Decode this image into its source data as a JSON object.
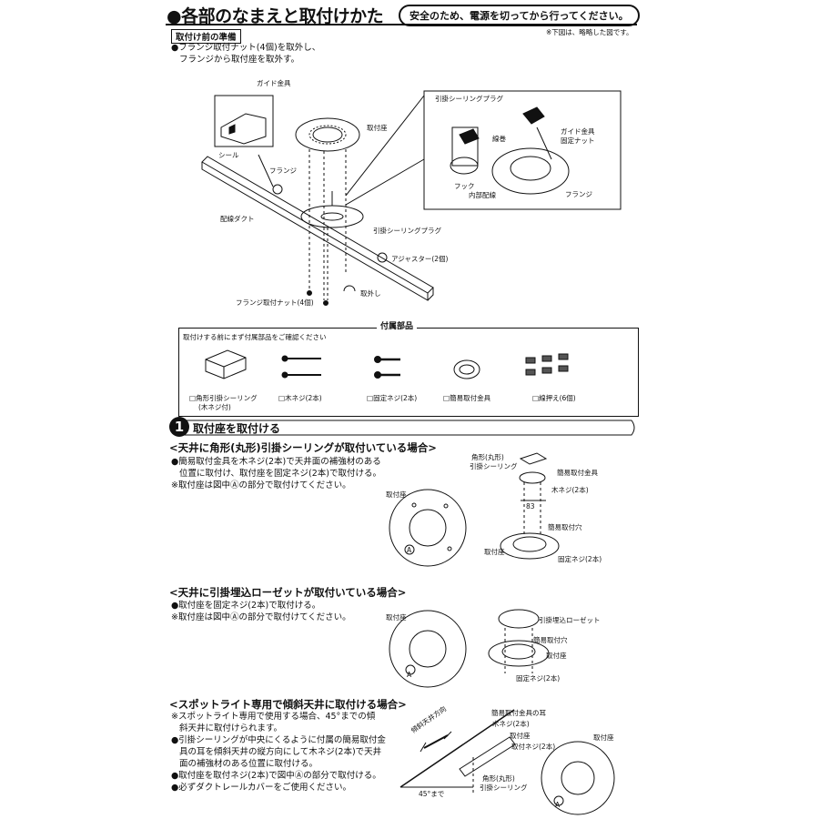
{
  "header": {
    "title": "●各部のなまえと取付けかた",
    "safety_note": "安全のため、電源を切ってから行ってください。",
    "figure_note": "※下図は、略略した図です。"
  },
  "prep": {
    "label": "取付け前の準備",
    "text_1": "●フランジ取付ナット(4個)を取外し、",
    "text_2": "フランジから取付座を取外す。"
  },
  "diagram_main": {
    "guide_fitting": "ガイド金具",
    "seal": "シール",
    "wiring_duct": "配線ダクト",
    "mount_seat": "取付座",
    "flange": "フランジ",
    "hanging_plug": "引掛シーリングプラグ",
    "adjuster": "アジャスター(2個)",
    "flange_nut": "フランジ取付ナット(4個)",
    "remove": "取外し"
  },
  "diagram_detail": {
    "hanging_plug": "引掛シーリングプラグ",
    "wire_binding": "線巻",
    "guide_fixing_nut_1": "ガイド金具",
    "guide_fixing_nut_2": "固定ナット",
    "hook": "フック",
    "internal_wiring": "内部配線",
    "flange": "フランジ"
  },
  "accessories": {
    "title": "付属部品",
    "intro": "取付けする前にまず付属部品をご確認ください",
    "items": [
      {
        "label": "□角形引掛シーリング",
        "sub": "(木ネジ付)"
      },
      {
        "label": "□木ネジ(2本)",
        "sub": ""
      },
      {
        "label": "□固定ネジ(2本)",
        "sub": ""
      },
      {
        "label": "□簡易取付金具",
        "sub": ""
      },
      {
        "label": "□線押え(6個)",
        "sub": ""
      }
    ]
  },
  "section1": {
    "number": "1",
    "title": "取付座を取付ける",
    "case1": {
      "heading": "<天井に角形(丸形)引掛シーリングが取付いている場合>",
      "line1": "●簡易取付金具を木ネジ(2本)で天井面の補強材のある",
      "line2": "位置に取付け、取付座を固定ネジ(2本)で取付ける。",
      "line3": "※取付座は図中Ⓐの部分で取付けてください。",
      "fig_mount_seat": "取付座",
      "fig_a": "A",
      "fig_ceiling_1": "角形(丸形)",
      "fig_ceiling_2": "引掛シーリング",
      "fig_simple_fitting": "簡易取付金具",
      "fig_wood_screw": "木ネジ(2本)",
      "fig_dim": "83",
      "fig_simple_hole": "簡易取付穴",
      "fig_mount_seat_2": "取付座",
      "fig_fix_screw": "固定ネジ(2本)"
    },
    "case2": {
      "heading": "<天井に引掛埋込ローゼットが取付いている場合>",
      "line1": "●取付座を固定ネジ(2本)で取付ける。",
      "line2": "※取付座は図中Ⓐの部分で取付けてください。",
      "fig_mount_seat": "取付座",
      "fig_a": "A",
      "fig_rosette": "引掛埋込ローゼット",
      "fig_simple_hole": "簡易取付穴",
      "fig_mount_seat_2": "取付座",
      "fig_fix_screw": "固定ネジ(2本)"
    },
    "case3": {
      "heading": "<スポットライト専用で傾斜天井に取付ける場合>",
      "line1": "※スポットライト専用で使用する場合、45°までの傾",
      "line2": "斜天井に取付けられます。",
      "line3": "●引掛シーリングが中央にくるように付属の簡易取付金",
      "line4": "具の耳を傾斜天井の縦方向にして木ネジ(2本)で天井",
      "line5": "面の補強材のある位置に取付ける。",
      "line6": "●取付座を取付ネジ(2本)で図中Ⓐの部分で取付ける。",
      "line7": "●必ずダクトレールカバーをご使用ください。",
      "fig_ear": "簡易取付金具の耳",
      "fig_wood_screw": "木ネジ(2本)",
      "fig_mount_seat": "取付座",
      "fig_mount_screw": "取付ネジ(2本)",
      "fig_slope_dir": "傾斜天井方向",
      "fig_ceiling_1": "角形(丸形)",
      "fig_ceiling_2": "引掛シーリング",
      "fig_angle": "45°まで",
      "fig_mount_seat_2": "取付座",
      "fig_a": "A"
    }
  }
}
